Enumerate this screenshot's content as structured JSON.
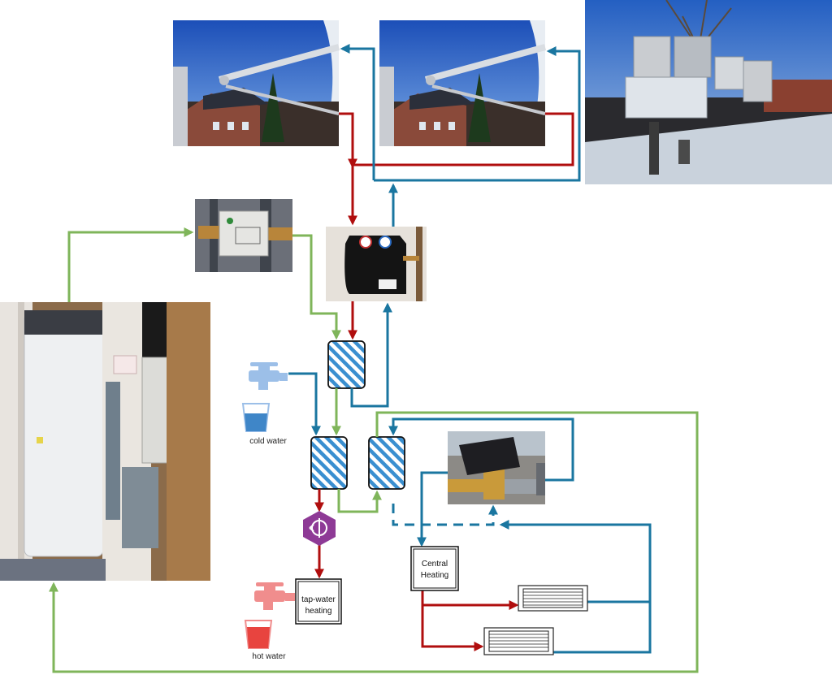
{
  "labels": {
    "cold_water": "cold water",
    "hot_water": "hot water",
    "central_heating": [
      "Central",
      "Heating"
    ],
    "tap_water_heating": [
      "tap-water",
      "heating"
    ]
  },
  "icons": {
    "cold_tap": "faucet-icon",
    "hot_tap": "faucet-icon",
    "cold_glass": "water-glass-icon",
    "hot_glass": "water-glass-icon",
    "mixing_valve": "mixing-valve-icon",
    "radiator": "radiator-icon"
  },
  "colors": {
    "hot_pipe": "#b00e0e",
    "cold_pipe": "#1a76a0",
    "glycol_pipe": "#7fb55a",
    "cold_water_icon": "#9cbfe8",
    "hot_water_icon": "#f08d8d",
    "valve": "#8e3a96",
    "heat_exchanger_stripe": "#3a8fd0"
  },
  "photos": [
    "solar-collector-detail-1",
    "solar-collector-detail-2",
    "rooftop-solar-collectors",
    "circulation-pump",
    "solar-pump-station",
    "boiler-storage-tank",
    "three-way-valve"
  ]
}
